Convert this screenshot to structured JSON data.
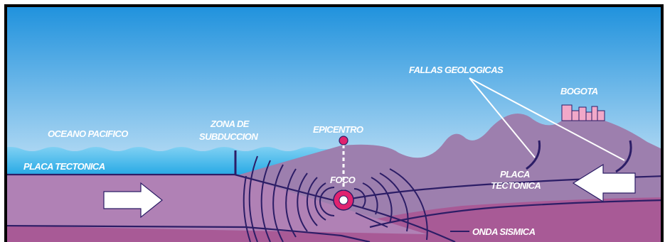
{
  "labels": {
    "ocean": "OCEANO PACIFICO",
    "plate_left": "PLACA TECTONICA",
    "subduction_line1": "ZONA DE",
    "subduction_line2": "SUBDUCCION",
    "epicenter": "EPICENTRO",
    "focus": "FOCO",
    "faults": "FALLAS GEOLOGICAS",
    "city": "BOGOTA",
    "plate_right_line1": "PLACA",
    "plate_right_line2": "TECTONICA",
    "seismic_wave": "ONDA SISMICA"
  },
  "colors": {
    "sky_top": "#1a8fdc",
    "sky_bottom": "#ffffff",
    "ocean": "#29aee8",
    "mountain": "#9d7fae",
    "plate": "#b081b5",
    "mantle": "#a85a96",
    "focus": "#e0236f",
    "buildings": "#f2a8c8",
    "lines": "#2c1d66"
  }
}
